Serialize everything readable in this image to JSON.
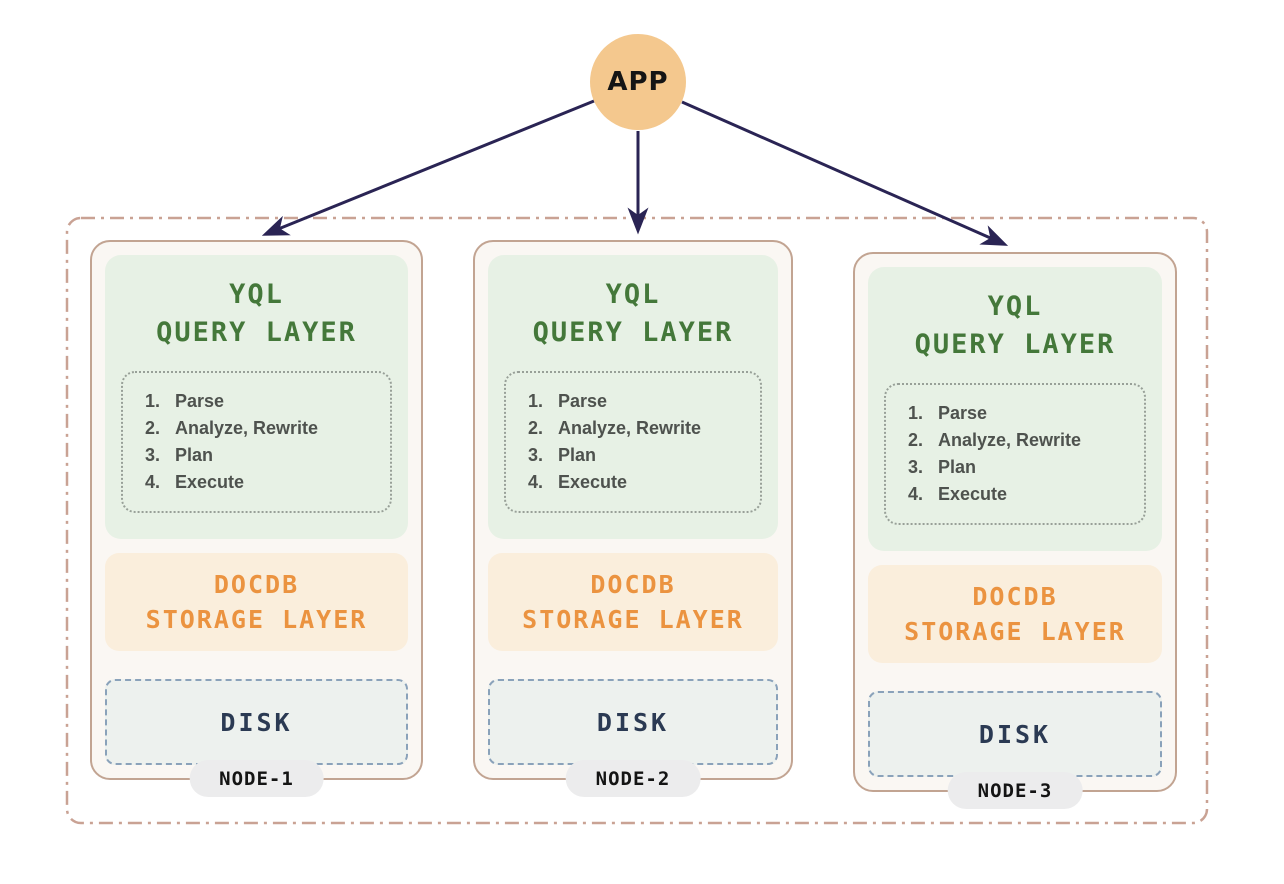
{
  "app": {
    "label": "APP"
  },
  "colors": {
    "app_circle": "#F4C88E",
    "arrow": "#2A2454",
    "cluster_border": "#C9A294",
    "node_background": "#FAF7F3",
    "node_border": "#C2A492",
    "query_layer_background": "#E7F1E5",
    "query_layer_text": "#44783A",
    "steps_border": "#98A098",
    "steps_text": "#4E524E",
    "storage_background": "#FAEEDC",
    "storage_text": "#EB9340",
    "disk_border": "#8AA2BA",
    "disk_background": "#EDF1EE",
    "disk_text": "#2B3A53",
    "node_pill_background": "#ECECED",
    "node_pill_text": "#141414"
  },
  "nodes": [
    {
      "label": "NODE-1",
      "query": {
        "title1": "YQL",
        "title2": "QUERY LAYER",
        "steps": [
          [
            "1.",
            "Parse"
          ],
          [
            "2.",
            "Analyze, Rewrite"
          ],
          [
            "3.",
            "Plan"
          ],
          [
            "4.",
            "Execute"
          ]
        ]
      },
      "storage": {
        "title1": "DOCDB",
        "title2": "STORAGE LAYER"
      },
      "disk_label": "DISK"
    },
    {
      "label": "NODE-2",
      "query": {
        "title1": "YQL",
        "title2": "QUERY LAYER",
        "steps": [
          [
            "1.",
            "Parse"
          ],
          [
            "2.",
            "Analyze, Rewrite"
          ],
          [
            "3.",
            "Plan"
          ],
          [
            "4.",
            "Execute"
          ]
        ]
      },
      "storage": {
        "title1": "DOCDB",
        "title2": "STORAGE LAYER"
      },
      "disk_label": "DISK"
    },
    {
      "label": "NODE-3",
      "query": {
        "title1": "YQL",
        "title2": "QUERY LAYER",
        "steps": [
          [
            "1.",
            "Parse"
          ],
          [
            "2.",
            "Analyze, Rewrite"
          ],
          [
            "3.",
            "Plan"
          ],
          [
            "4.",
            "Execute"
          ]
        ]
      },
      "storage": {
        "title1": "DOCDB",
        "title2": "STORAGE LAYER"
      },
      "disk_label": "DISK"
    }
  ]
}
